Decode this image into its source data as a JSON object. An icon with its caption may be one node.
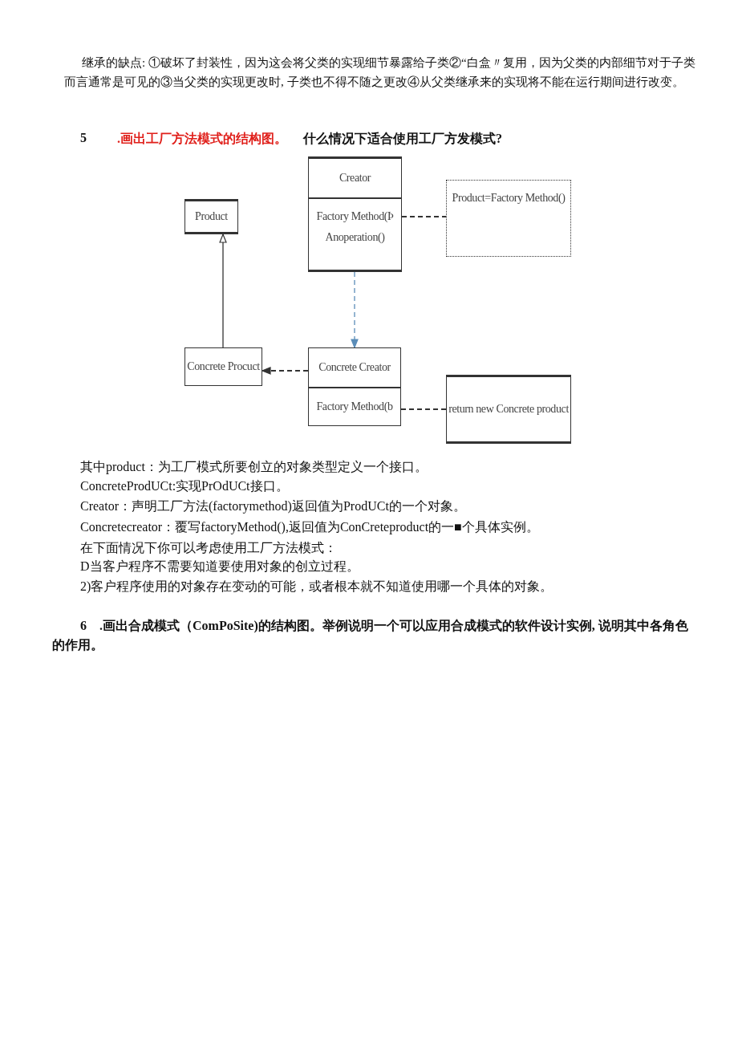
{
  "diagram": {
    "nodes": [
      {
        "text": [
          "Product"
        ]
      },
      {
        "text": [
          "Creator",
          "Factory Method(Þ",
          "Anoperation()"
        ]
      },
      {
        "text": [
          "Product=Factory Method()"
        ]
      },
      {
        "text": [
          "Concrete Procuct"
        ]
      },
      {
        "text": [
          "Concrete Creator",
          "Factory Method(b"
        ]
      },
      {
        "text": [
          "return  new Concrete product"
        ]
      }
    ],
    "edges": [
      {
        "from": 3,
        "to": 0,
        "arrow": "to"
      },
      {
        "from": 1,
        "to": 2,
        "arrow": "none",
        "style": "dashed"
      },
      {
        "from": 1,
        "to": 4,
        "arrow": "to",
        "style": "dashed",
        "color": "#5b8db8"
      },
      {
        "from": 4,
        "to": 3,
        "arrow": "to",
        "style": "dashed"
      },
      {
        "from": 4,
        "to": 5,
        "arrow": "none",
        "style": "dashed"
      }
    ],
    "labels": [
      "继承的缺点: ①破坏了封装性，因为这会将父类的实现细节暴露给子类②“白盒〃复用，因为父类的内部细节对于子类而言通常是可见的③当父类的实现更改时, 子类也不得不随之更改④从父类继承来的实现将不能在运行期间进行改变。",
      "5",
      ".画出工厂方法模式的结构图。",
      "什么情况下适合使用工厂方发模式?",
      "其中product：为工厂模式所要创立的对象类型定义一个接口。",
      "ConcreteProdUCt:实现PrOdUCt接口。",
      "Creator：声明工厂方法(factorymethod)返回值为ProdUCt的一个对象。",
      "Concretecreator：覆写factoryMethod(),返回值为ConCreteproduct的一■个具体实例。",
      "在下面情况下你可以考虑使用工厂方法模式：",
      "D当客户程序不需要知道要使用对象的创立过程。",
      "2)客户程序使用的对象存在变动的可能，或者根本就不知道使用哪一个具体的对象。",
      "6",
      ".画出合成模式（ComPoSite)的结构图。举例说明一个可以应用合成模式的软件设计实例, 说明其中各角色的作用。"
    ]
  }
}
